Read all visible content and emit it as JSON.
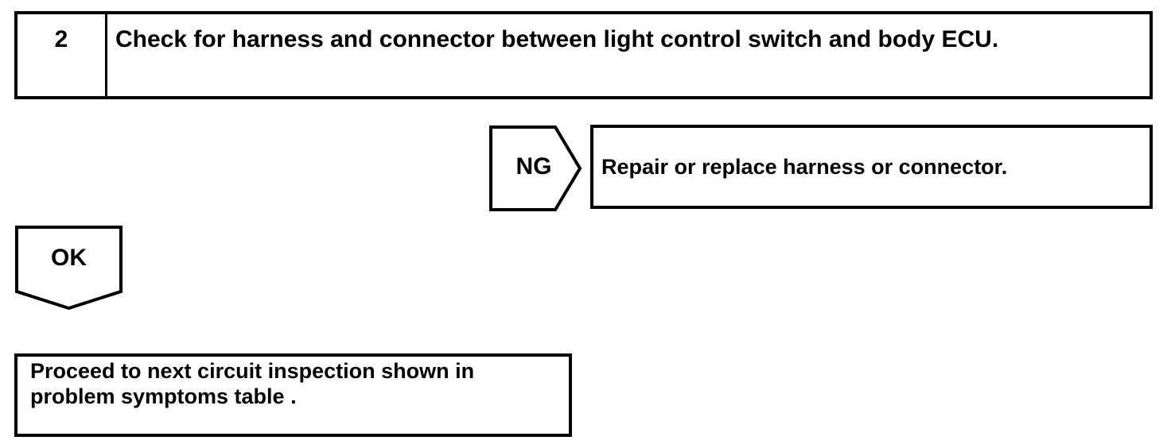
{
  "flowchart": {
    "step": {
      "number": "2",
      "instruction": "Check for harness and connector between light control switch and body ECU."
    },
    "ng_branch": {
      "label": "NG",
      "result": "Repair or replace harness or connector."
    },
    "ok_branch": {
      "label": "OK",
      "result_lines": {
        "line1": "Proceed to next circuit inspection shown in",
        "line2": "problem symptoms table ."
      }
    },
    "colors": {
      "line": "#000000",
      "background": "#ffffff"
    }
  }
}
